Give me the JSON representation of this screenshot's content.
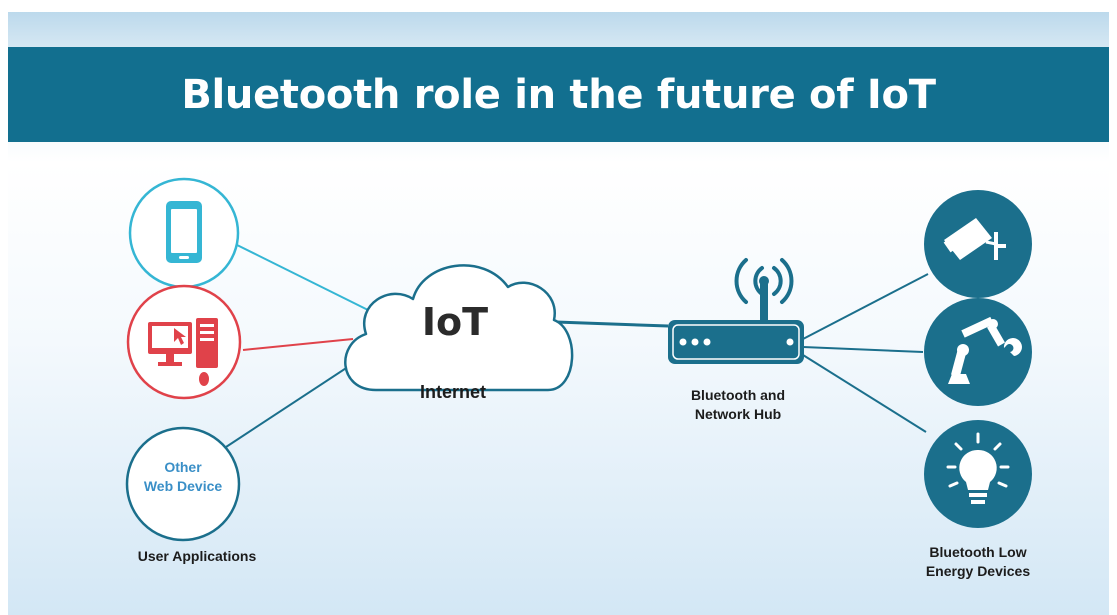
{
  "title": "Bluetooth role in the future of IoT",
  "cloud": {
    "title": "IoT",
    "label": "Internet"
  },
  "user_devices": {
    "label": "User Applications",
    "other_web_device_line1": "Other",
    "other_web_device_line2": "Web Device",
    "icons": [
      "smartphone-icon",
      "desktop-computer-icon",
      "other-web-device"
    ]
  },
  "hub": {
    "label_line1": "Bluetooth and",
    "label_line2": "Network Hub"
  },
  "ble_devices": {
    "label_line1": "Bluetooth Low",
    "label_line2": "Energy Devices",
    "icons": [
      "security-camera-icon",
      "robotic-arm-icon",
      "light-bulb-icon"
    ]
  },
  "colors": {
    "title_bar": "#126f8f",
    "teal_dark": "#1b6f8c",
    "cyan": "#35b6d4",
    "red": "#e0424a",
    "blue_device": "#3a8fc7"
  }
}
